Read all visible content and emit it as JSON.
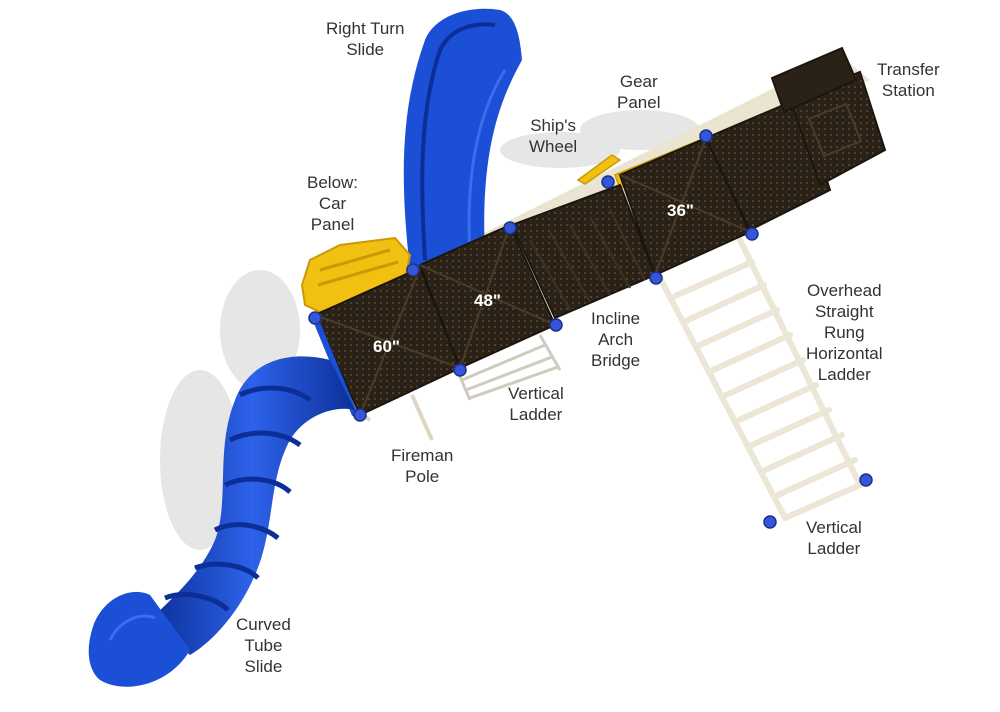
{
  "colors": {
    "slide_blue": "#1a4fd6",
    "slide_blue_dark": "#0c2f97",
    "deck_brown": "#2b2217",
    "accent_yellow": "#f2c010",
    "frame_beige": "#ebe4d0",
    "clamp_blue": "#3456d8"
  },
  "labels": {
    "right_turn_slide": [
      "Right Turn",
      "Slide"
    ],
    "below_car_panel": [
      "Below:",
      "Car",
      "Panel"
    ],
    "ships_wheel": [
      "Ship's",
      "Wheel"
    ],
    "gear_panel": [
      "Gear",
      "Panel"
    ],
    "transfer_station": [
      "Transfer",
      "Station"
    ],
    "overhead_ladder": [
      "Overhead",
      "Straight",
      "Rung",
      "Horizontal",
      "Ladder"
    ],
    "incline_arch_bridge": [
      "Incline",
      "Arch",
      "Bridge"
    ],
    "vertical_ladder_mid": [
      "Vertical",
      "Ladder"
    ],
    "fireman_pole": [
      "Fireman",
      "Pole"
    ],
    "vertical_ladder_right": [
      "Vertical",
      "Ladder"
    ],
    "curved_tube_slide": [
      "Curved",
      "Tube",
      "Slide"
    ]
  },
  "decks": {
    "deck_60": "60\"",
    "deck_48": "48\"",
    "deck_36": "36\""
  }
}
